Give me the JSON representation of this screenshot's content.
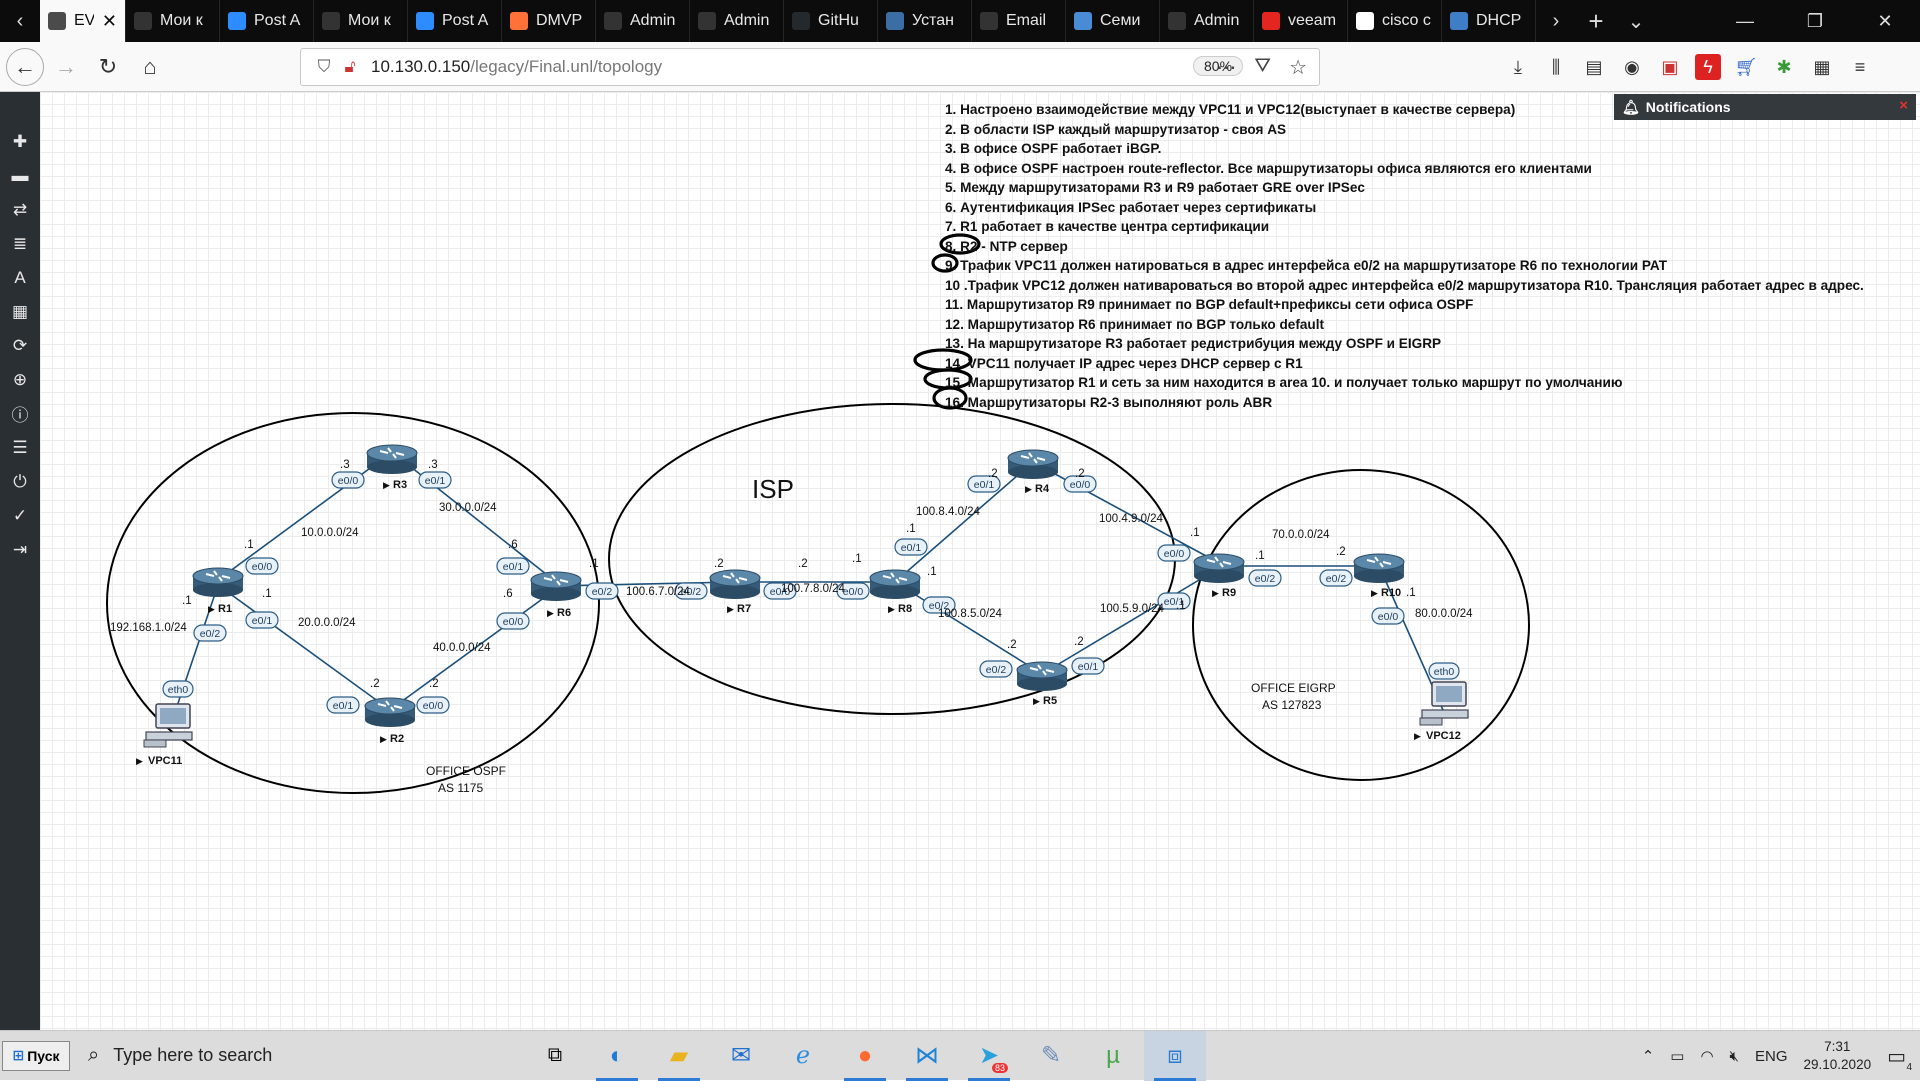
{
  "browser": {
    "tabs": [
      {
        "title": "EVE | To",
        "icon": "eve-icon",
        "color": "#4b4b4b",
        "active": true
      },
      {
        "title": "Мои к",
        "icon": "eve-icon",
        "color": "#333333"
      },
      {
        "title": "Post A",
        "icon": "zoom-icon",
        "color": "#2d8cff"
      },
      {
        "title": "Мои к",
        "icon": "eve-icon",
        "color": "#333333"
      },
      {
        "title": "Post A",
        "icon": "zoom-icon",
        "color": "#2d8cff"
      },
      {
        "title": "DMVP",
        "icon": "firefox-icon",
        "color": "#ff7139"
      },
      {
        "title": "Admin",
        "icon": "page-icon",
        "color": "#333333"
      },
      {
        "title": "Admin",
        "icon": "page-icon",
        "color": "#333333"
      },
      {
        "title": "GitHu",
        "icon": "github-icon",
        "color": "#24292e"
      },
      {
        "title": "Устан",
        "icon": "gear-icon",
        "color": "#3a6ea5"
      },
      {
        "title": "Email",
        "icon": "mail-icon",
        "color": "#333333"
      },
      {
        "title": "Семи",
        "icon": "doc-icon",
        "color": "#4a8bd6"
      },
      {
        "title": "Admin",
        "icon": "page-icon",
        "color": "#333333"
      },
      {
        "title": "veeam",
        "icon": "yandex-icon",
        "color": "#e52620"
      },
      {
        "title": "cisco c",
        "icon": "google-icon",
        "color": "#ffffff"
      },
      {
        "title": "DHCP",
        "icon": "doc-icon",
        "color": "#3e7ec7"
      }
    ],
    "url_prefix": "10.130.0.150",
    "url_path": "/legacy/Final.unl/topology",
    "zoom": "80%"
  },
  "notes": [
    "1. Настроено взаимодействие между VPC11 и VPC12(выступает в качестве сервера)",
    "2. В области ISP каждый маршрутизатор - своя AS",
    "3. В офисе OSPF работает iBGP.",
    "4. В офисе OSPF настроен route-reflector. Все маршрутизаторы офиса являются его клиентами",
    "5. Между маршрутизаторами R3 и R9 работает GRE over IPSec",
    "6. Аутентификация IPSec работает через сертификаты",
    "7. R1 работает в качестве центра сертификации",
    "8. R2 - NTP сервер",
    "9. Трафик VPC11 должен натироваться в адрес интерфейса e0/2 на маршрутизаторе R6 по технологии PAT",
    "10 .Трафик VPC12 должен нативароваться во второй адрес интерфейса e0/2 маршрутизатора R10. Трансляция работает адрес в адрес.",
    "11. Маршрутизатор R9 принимает по BGP default+префиксы сети офиса OSPF",
    "12. Маршрутизатор R6 принимает по BGP только default",
    "13. На маршрутизаторе R3 работает редистрибуция между OSPF и EIGRP",
    "14. VPC11 получает IP адрес через DHCP сервер с R1",
    "15. Маршрутизатор R1 и сеть за ним находится в area 10. и получает только маршрут по умолчанию",
    "16. Маршрутизаторы R2-3 выполняют роль ABR"
  ],
  "notifications": {
    "label": "Notifications",
    "close": "×"
  },
  "zones": {
    "isp": "ISP",
    "ospf_line1": "OFFICE OSPF",
    "ospf_line2": "AS 1175",
    "eigrp_line1": "OFFICE EIGRP",
    "eigrp_line2": "AS 127823"
  },
  "nodes": {
    "R1": "R1",
    "R2": "R2",
    "R3": "R3",
    "R4": "R4",
    "R5": "R5",
    "R6": "R6",
    "R7": "R7",
    "R8": "R8",
    "R9": "R9",
    "R10": "R10",
    "VPC11": "VPC11",
    "VPC12": "VPC12"
  },
  "networks": {
    "n1": "10.0.0.0/24",
    "n2": "20.0.0.0/24",
    "n3": "30.0.0.0/24",
    "n4": "40.0.0.0/24",
    "n5": "192.168.1.0/24",
    "n6": "100.6.7.0/24",
    "n7": "100.7.8.0/24",
    "n8": "100.8.4.0/24",
    "n9": "100.8.5.0/24",
    "n10": "100.4.9.0/24",
    "n11": "100.5.9.0/24",
    "n12": "70.0.0.0/24",
    "n13": "80.0.0.0/24"
  },
  "interfaces": {
    "e00": "e0/0",
    "e01": "e0/1",
    "e02": "e0/2",
    "eth0": "eth0"
  },
  "hosts": {
    "h1": ".1",
    "h2": ".2",
    "h3": ".3",
    "h6": ".6"
  },
  "taskbar": {
    "start": "Пуск",
    "search_placeholder": "Type here to search",
    "lang": "ENG",
    "time": "7:31",
    "date": "29.10.2020",
    "notif_count": "4",
    "telegram_badge": "83"
  }
}
